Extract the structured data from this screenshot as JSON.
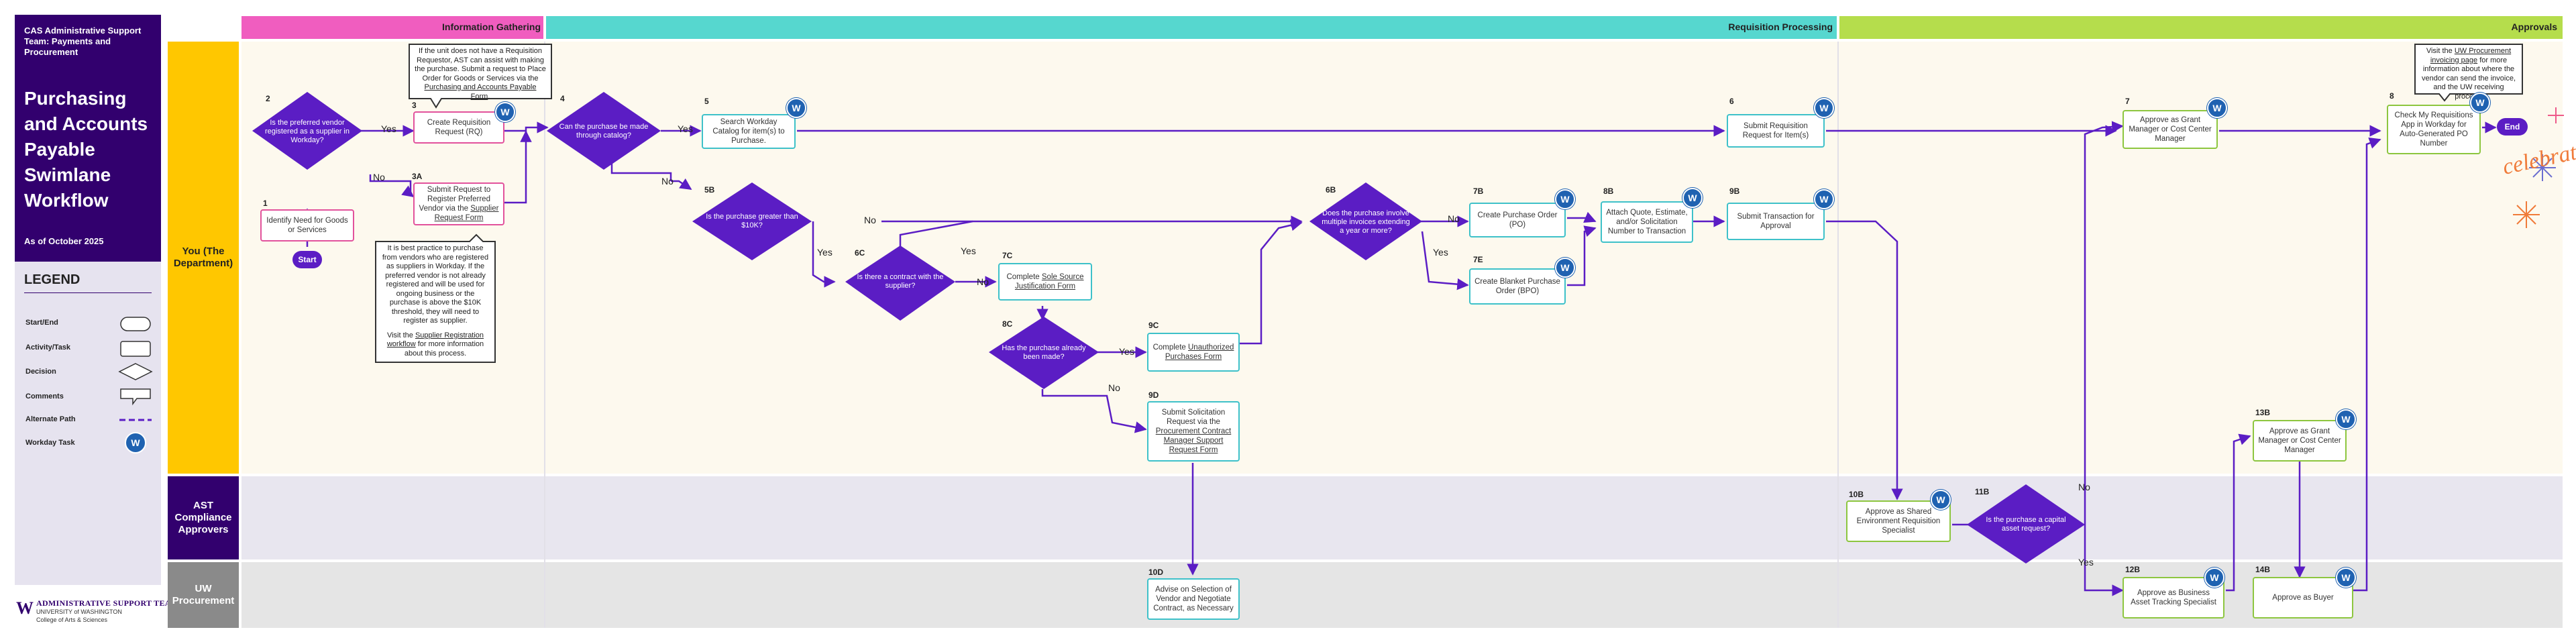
{
  "sidebar": {
    "org": "CAS Administrative Support Team: Payments and Procurement",
    "title": "Purchasing and Accounts Payable Swimlane Workflow",
    "date": "As of October 2025",
    "legend_title": "LEGEND",
    "legend": [
      {
        "key": "start_end",
        "label": "Start/End"
      },
      {
        "key": "activity",
        "label": "Activity/Task"
      },
      {
        "key": "decision",
        "label": "Decision"
      },
      {
        "key": "comments",
        "label": "Comments"
      },
      {
        "key": "alternate",
        "label": "Alternate Path"
      },
      {
        "key": "workday",
        "label": "Workday Task"
      }
    ]
  },
  "footer": {
    "logo_mark": "W",
    "team": "ADMINISTRATIVE SUPPORT TEAM",
    "university": "UNIVERSITY of WASHINGTON",
    "college": "College of Arts & Sciences"
  },
  "phases": {
    "gathering": "Information Gathering",
    "processing": "Requisition Processing",
    "approvals": "Approvals"
  },
  "lanes": {
    "you": "You (The Department)",
    "ast": "AST Compliance Approvers",
    "uw": "UW Procurement"
  },
  "colors": {
    "purple": "#32006e",
    "violet": "#5b1dc4",
    "gold": "#ffc700",
    "pink": "#f05dbf",
    "teal": "#56d7cf",
    "lime": "#b5dd4c",
    "workday_blue": "#1f62b1",
    "task_teal": "#3ec1c9",
    "task_green": "#8dc63f",
    "task_pink": "#e2529c"
  },
  "workday_mark": "W",
  "pills": {
    "start": "Start",
    "end": "End"
  },
  "edge_labels": {
    "yes": "Yes",
    "no": "No"
  },
  "nodes": {
    "n1": {
      "num": "1",
      "text": "Identify Need for Goods or Services"
    },
    "n2": {
      "num": "2",
      "text": "Is the preferred vendor registered as a supplier in Workday?"
    },
    "n3": {
      "num": "3",
      "text": "Create Requisition Request (RQ)"
    },
    "n3a": {
      "num": "3A",
      "text_pre": "Submit Request to Register Preferred Vendor via the ",
      "link": "Supplier Request Form"
    },
    "n4": {
      "num": "4",
      "text": "Can the purchase be made through catalog?"
    },
    "n5": {
      "num": "5",
      "text": "Search Workday Catalog for item(s) to Purchase."
    },
    "n5b": {
      "num": "5B",
      "text": "Is the purchase greater than $10K?"
    },
    "n6": {
      "num": "6",
      "text": "Submit Requisition Request for Item(s)"
    },
    "n6b": {
      "num": "6B",
      "text": "Does the purchase involve multiple invoices extending a year or more?"
    },
    "n6c": {
      "num": "6C",
      "text": "Is there a contract with the supplier?"
    },
    "n7": {
      "num": "7",
      "text": "Approve as Grant Manager or Cost Center Manager"
    },
    "n7b": {
      "num": "7B",
      "text": "Create Purchase Order (PO)"
    },
    "n7c": {
      "num": "7C",
      "text_pre": "Complete ",
      "link": "Sole Source Justification Form"
    },
    "n7e": {
      "num": "7E",
      "text": "Create Blanket Purchase Order (BPO)"
    },
    "n8": {
      "num": "8",
      "text": "Check My Requisitions App in Workday for Auto-Generated PO Number"
    },
    "n8b": {
      "num": "8B",
      "text": "Attach Quote, Estimate, and/or Solicitation Number to Transaction"
    },
    "n8c": {
      "num": "8C",
      "text": "Has the purchase already been made?"
    },
    "n9b": {
      "num": "9B",
      "text": "Submit Transaction for Approval"
    },
    "n9c": {
      "num": "9C",
      "text_pre": "Complete ",
      "link": "Unauthorized Purchases Form"
    },
    "n9d": {
      "num": "9D",
      "text_pre": "Submit Solicitation Request via the ",
      "link": "Procurement Contract Manager Support Request Form"
    },
    "n10b": {
      "num": "10B",
      "text": "Approve as Shared Environment Requisition Specialist"
    },
    "n10d": {
      "num": "10D",
      "text": "Advise on Selection of Vendor and Negotiate Contract, as Necessary"
    },
    "n11b": {
      "num": "11B",
      "text": "Is the purchase a capital asset request?"
    },
    "n12b": {
      "num": "12B",
      "text": "Approve as Business Asset Tracking Specialist"
    },
    "n13b": {
      "num": "13B",
      "text": "Approve as Grant Manager or Cost Center Manager"
    },
    "n14b": {
      "num": "14B",
      "text": "Approve as Buyer"
    }
  },
  "notes": {
    "note3": {
      "pre": "If the unit does not have a Requisition Requestor, AST can assist with making the purchase. Submit a request to Place Order for Goods or Services via the ",
      "link": "Purchasing and Accounts Payable Form",
      "post": "."
    },
    "note3a": {
      "p1": "It is best practice to purchase from vendors who are registered as suppliers in Workday. If the preferred vendor is not already registered and will be used for ongoing business or the purchase is above the $10K threshold, they will need to register as supplier.",
      "p2_pre": "Visit the ",
      "p2_link": "Supplier Registration workflow",
      "p2_post": " for more information about this process."
    },
    "note8": {
      "pre": "Visit the ",
      "link": "UW Procurement invoicing page",
      "post": " for more information about where the vendor can send the invoice, and the UW receiving process."
    }
  },
  "decoration": {
    "celebrate": "celebrate"
  }
}
